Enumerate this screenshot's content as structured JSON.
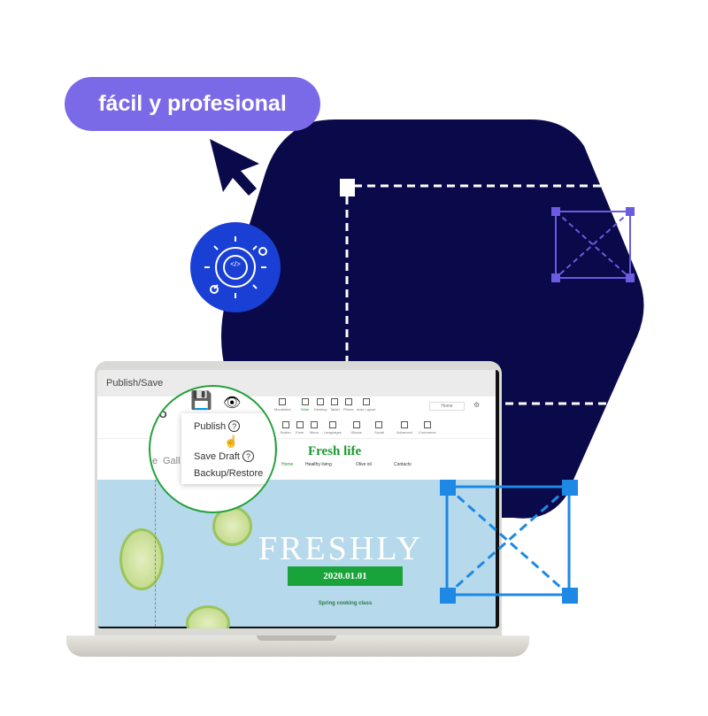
{
  "badge": {
    "label": "fácil y profesional"
  },
  "app": {
    "title": "Publish/Save",
    "toolbar_row1": [
      "Mouldobel",
      "Wide",
      "Desktop",
      "Tablet",
      "Phone",
      "Auto Layout"
    ],
    "toolbar_row2": [
      "Button",
      "Form",
      "Menu",
      "Languages",
      "Blocks",
      "Social",
      "Advanced",
      "Commerce"
    ],
    "page_select": "Home",
    "menu": {
      "publish": "Publish",
      "save_draft": "Save Draft",
      "backup": "Backup/Restore",
      "help": "?"
    },
    "left_labels": {
      "o": "O",
      "e": "e",
      "gallery": "Gall"
    },
    "site": {
      "title": "Fresh life",
      "nav": [
        "Home",
        "Healthy living",
        "Olive oil",
        "Contacts"
      ],
      "hero_title": "FRESHLY",
      "date": "2020.01.01",
      "subtitle": "Spring cooking class"
    }
  },
  "colors": {
    "navy": "#0a0a4a",
    "purple": "#7b6ae8",
    "blue": "#1a3fd4",
    "green": "#1a9a2e",
    "selection": "#1e88e5"
  }
}
